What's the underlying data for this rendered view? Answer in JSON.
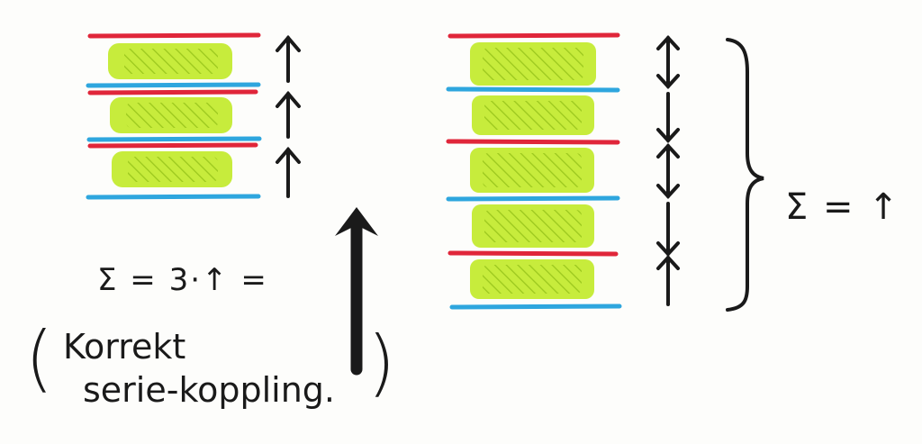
{
  "colors": {
    "cell_fill": "#c7ec3c",
    "hatch": "#9cc81e",
    "top_line": "#e0263a",
    "bottom_line": "#2ea6de",
    "ink": "#1a1a1a"
  },
  "left_stack": {
    "cells": 3,
    "arrow_directions": [
      "up",
      "up",
      "up"
    ]
  },
  "right_stack": {
    "cells": 5,
    "arrow_directions": [
      "updown",
      "down",
      "updown",
      "down",
      "up"
    ]
  },
  "labels": {
    "sum_left": "Σ = 3·↑ =",
    "paren_line1": "Korrekt",
    "paren_line2": "serie-koppling.",
    "sum_right": "Σ = ↑"
  },
  "icons": {
    "big_arrow": "big-up-arrow-icon",
    "brace": "right-brace-icon"
  }
}
